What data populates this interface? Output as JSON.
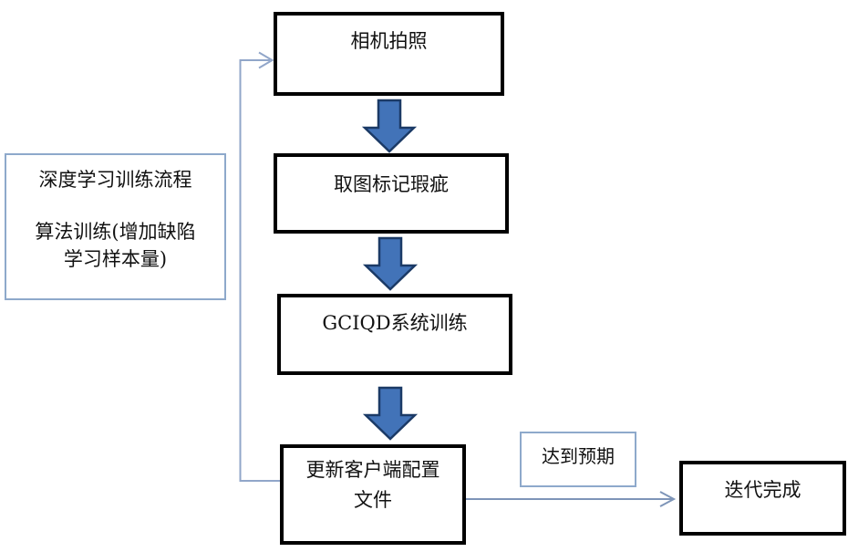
{
  "diagram": {
    "nodes": {
      "camera": {
        "label": "相机拍照"
      },
      "mark_defects": {
        "label": "取图标记瑕疵"
      },
      "system_training": {
        "label": "GCIQD系统训练"
      },
      "update_config": {
        "lines": [
          "更新客户端配置",
          "文件"
        ]
      },
      "process_note": {
        "lines": [
          "深度学习训练流程",
          "算法训练(增加缺陷",
          "学习样本量)"
        ]
      },
      "expectation": {
        "label": "达到预期"
      },
      "iteration_done": {
        "label": "迭代完成"
      }
    },
    "colors": {
      "block_arrow_fill": "#4273b8",
      "block_arrow_border": "#1b3a66",
      "feedback_connector": "#91a6c9",
      "forward_connector": "#7e95b8"
    }
  }
}
